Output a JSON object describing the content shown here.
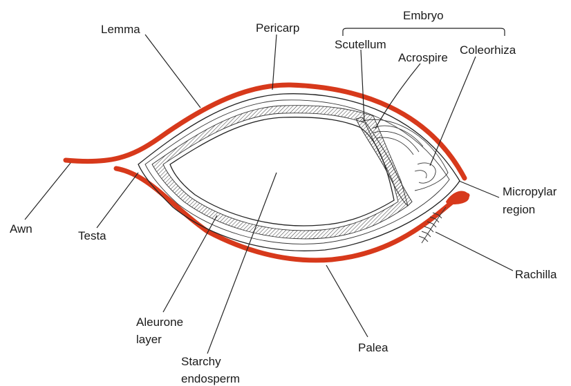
{
  "labels": {
    "lemma": "Lemma",
    "pericarp": "Pericarp",
    "embryo": "Embryo",
    "scutellum": "Scutellum",
    "acrospire": "Acrospire",
    "coleorhiza": "Coleorhiza",
    "micropylar_line1": "Micropylar",
    "micropylar_line2": "region",
    "awn": "Awn",
    "testa": "Testa",
    "rachilla": "Rachilla",
    "aleurone_line1": "Aleurone",
    "aleurone_line2": "layer",
    "palea": "Palea",
    "starchy_line1": "Starchy",
    "starchy_line2": "endosperm"
  },
  "colors": {
    "husk": "#d7391b",
    "line": "#222222"
  }
}
